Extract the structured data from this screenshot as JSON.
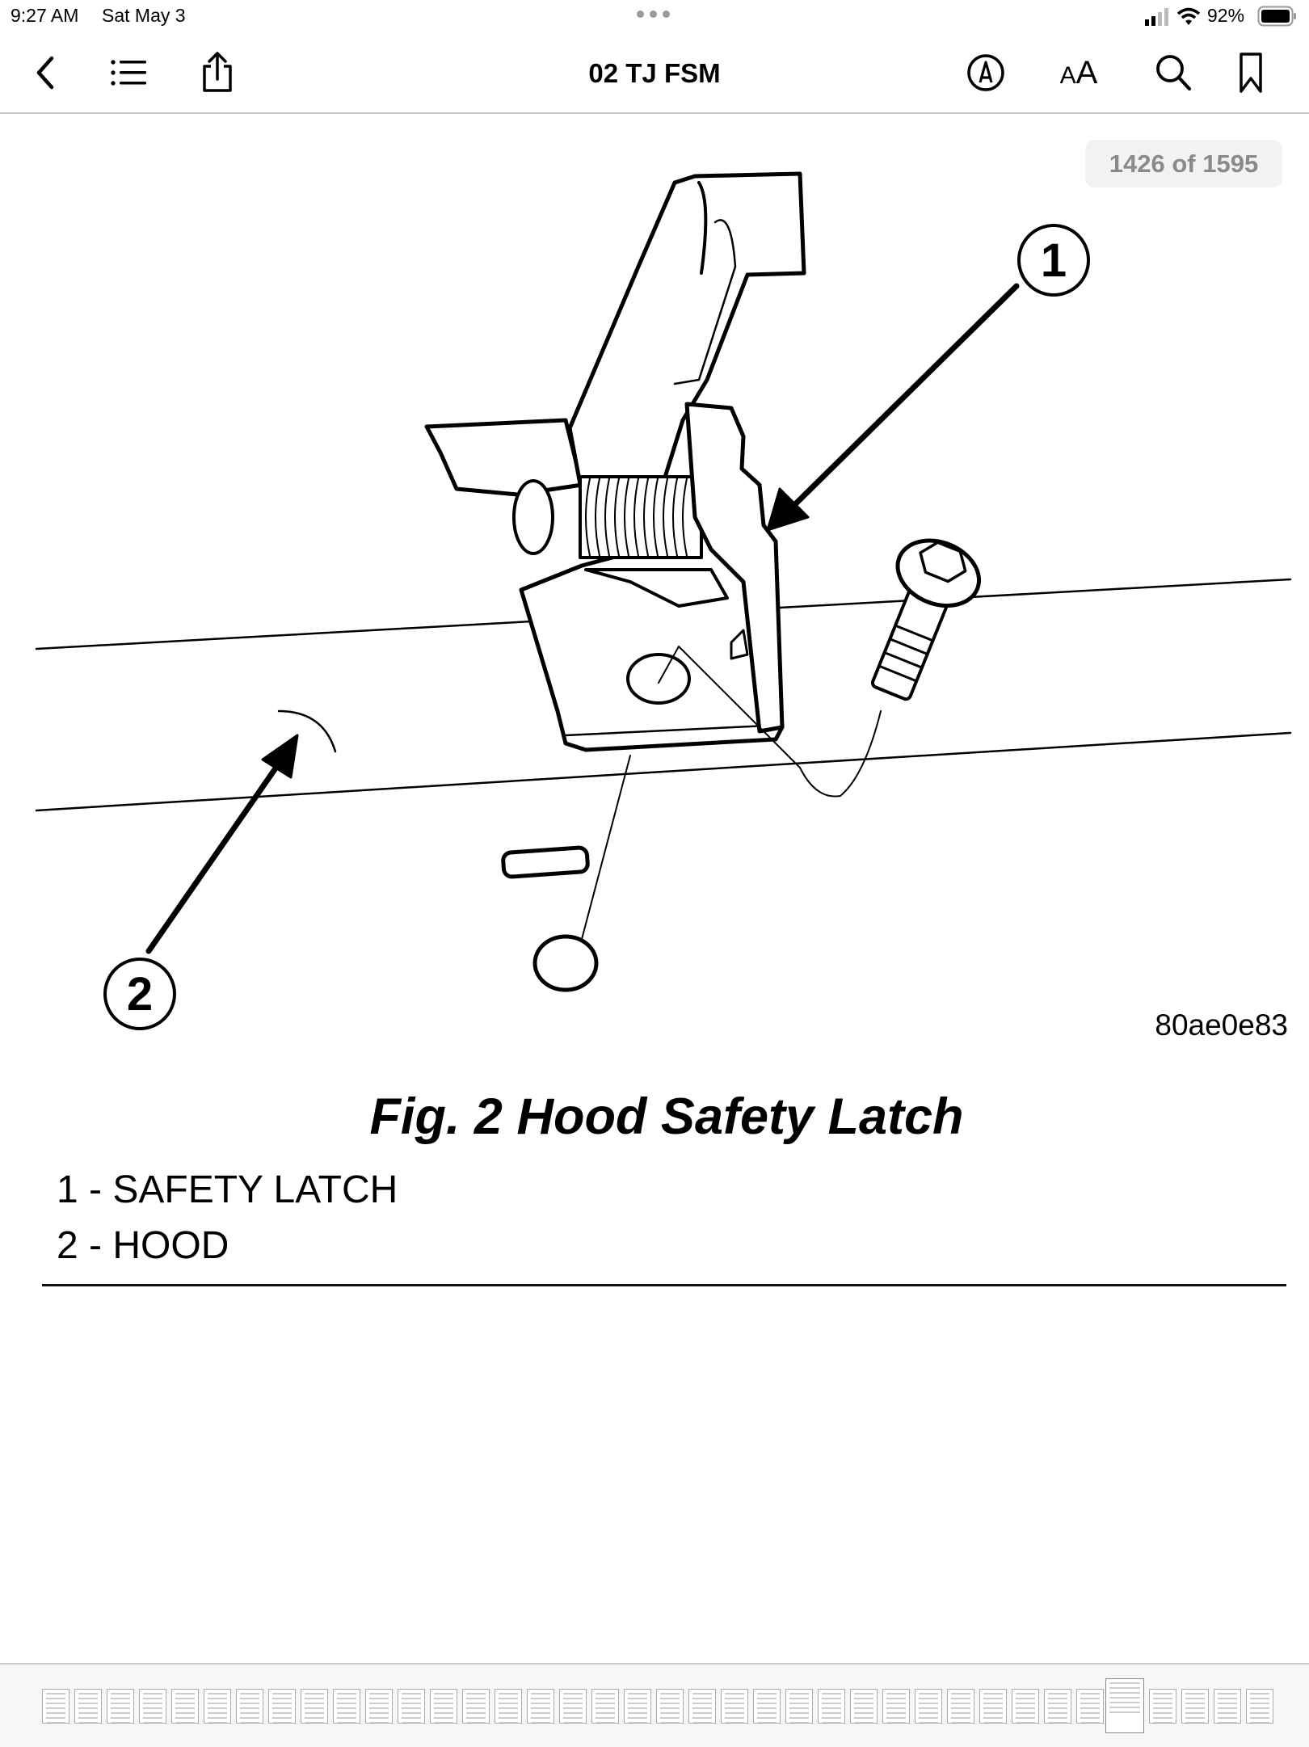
{
  "status_bar": {
    "time": "9:27 AM",
    "date": "Sat May 3",
    "battery": "92%"
  },
  "toolbar": {
    "title": "02 TJ FSM",
    "left_icons": [
      "back-chevron-icon",
      "table-of-contents-icon",
      "share-icon"
    ],
    "right_icons": [
      "markup-icon",
      "text-size-icon",
      "search-icon",
      "bookmark-icon"
    ],
    "text_size_label": "AA"
  },
  "page_counter": "1426 of 1595",
  "figure": {
    "callouts": [
      "1",
      "2"
    ],
    "code": "80ae0e83",
    "title": "Fig. 2 Hood Safety Latch",
    "legend": [
      "1 - SAFETY LATCH",
      "2 - HOOD"
    ]
  },
  "thumbnails": {
    "count": 38,
    "selected_index": 33
  }
}
